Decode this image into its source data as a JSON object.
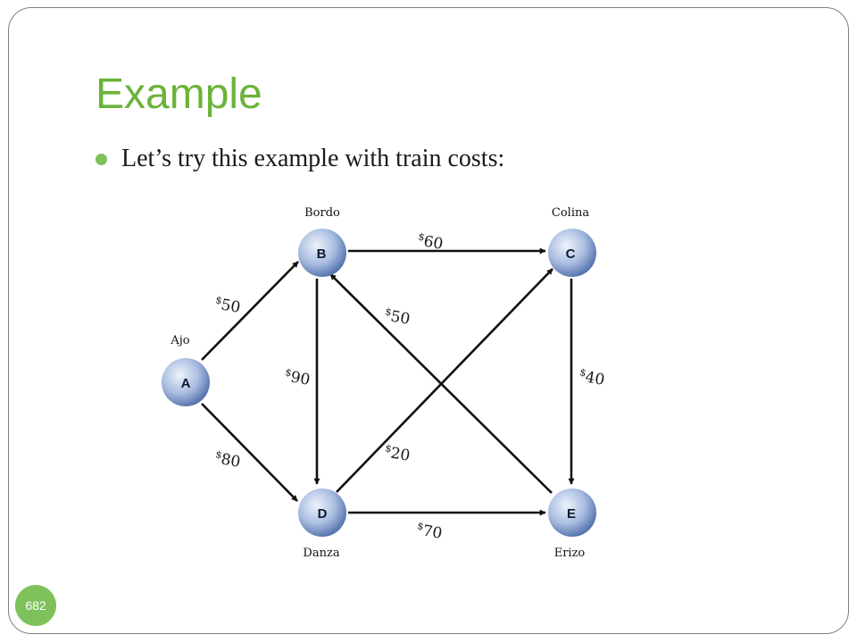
{
  "slide": {
    "title": "Example",
    "bullet": "Let’s try this example with train costs:",
    "page_number": "682"
  },
  "colors": {
    "title": "#6bb33a",
    "accent": "#7ec15a",
    "node_light": "#eef3fb",
    "node_dark": "#4d6ca8"
  },
  "graph": {
    "nodes": {
      "A": {
        "letter": "A",
        "name": "Ajo"
      },
      "B": {
        "letter": "B",
        "name": "Bordo"
      },
      "C": {
        "letter": "C",
        "name": "Colina"
      },
      "D": {
        "letter": "D",
        "name": "Danza"
      },
      "E": {
        "letter": "E",
        "name": "Erizo"
      }
    },
    "edges": [
      {
        "from": "A",
        "to": "B",
        "cost": "50"
      },
      {
        "from": "A",
        "to": "D",
        "cost": "80"
      },
      {
        "from": "B",
        "to": "C",
        "cost": "60"
      },
      {
        "from": "B",
        "to": "D",
        "cost": "90"
      },
      {
        "from": "C",
        "to": "E",
        "cost": "40"
      },
      {
        "from": "D",
        "to": "C",
        "cost": "20"
      },
      {
        "from": "E",
        "to": "B",
        "cost": "50"
      },
      {
        "from": "D",
        "to": "E",
        "cost": "70"
      }
    ],
    "currency_symbol": "$"
  }
}
